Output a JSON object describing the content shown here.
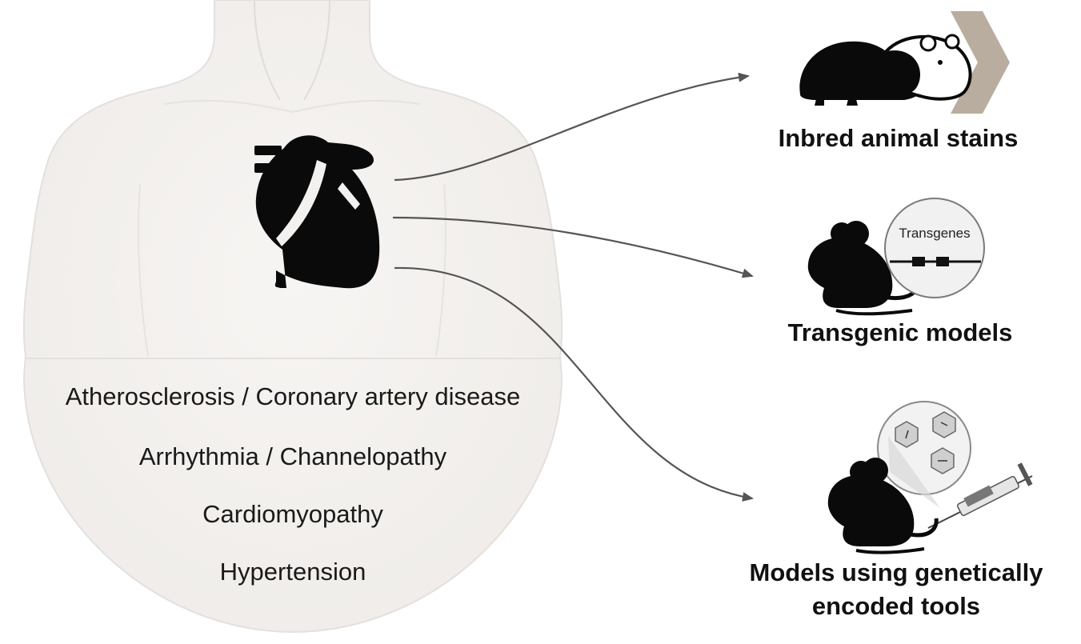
{
  "diseases": [
    "Atherosclerosis / Coronary artery disease",
    "Arrhythmia / Channelopathy",
    "Cardiomyopathy",
    "Hypertension"
  ],
  "models": {
    "inbred": {
      "label": "Inbred animal stains"
    },
    "transgenic": {
      "label": "Transgenic models",
      "badge": "Transgenes"
    },
    "genetic_tools": {
      "label_line1": "Models using genetically",
      "label_line2": "encoded tools"
    }
  },
  "colors": {
    "body_fill": "#f3f1ef",
    "body_outline": "#e2dfdb",
    "icon": "#0a0a0a",
    "arrow": "#555555",
    "chevron": "#b9ada0"
  }
}
